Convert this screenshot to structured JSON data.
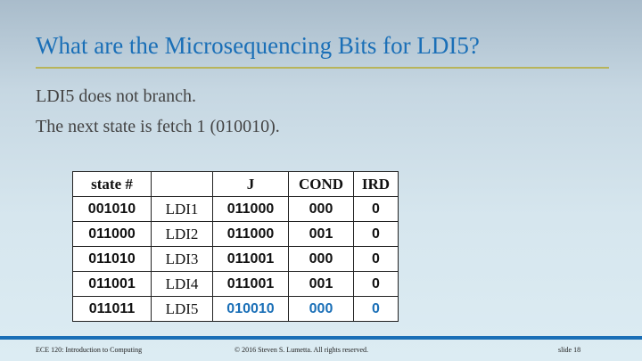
{
  "slide": {
    "title": "What are the Microsequencing Bits for LDI5?",
    "body": [
      "LDI5 does not branch.",
      "The next state is fetch 1 (010010)."
    ]
  },
  "table": {
    "headers": [
      "state #",
      "",
      "J",
      "COND",
      "IRD"
    ],
    "rows": [
      {
        "state": "001010",
        "name": "LDI1",
        "j": "011000",
        "cond": "000",
        "ird": "0"
      },
      {
        "state": "011000",
        "name": "LDI2",
        "j": "011000",
        "cond": "001",
        "ird": "0"
      },
      {
        "state": "011010",
        "name": "LDI3",
        "j": "011001",
        "cond": "000",
        "ird": "0"
      },
      {
        "state": "011001",
        "name": "LDI4",
        "j": "011001",
        "cond": "001",
        "ird": "0"
      },
      {
        "state": "011011",
        "name": "LDI5",
        "j": "010010",
        "cond": "000",
        "ird": "0"
      }
    ],
    "highlight_color": "#1a6fb7"
  },
  "footer": {
    "course": "ECE 120: Introduction to Computing",
    "copyright": "© 2016 Steven S. Lumetta.  All rights reserved.",
    "slide_number": "slide 18"
  }
}
